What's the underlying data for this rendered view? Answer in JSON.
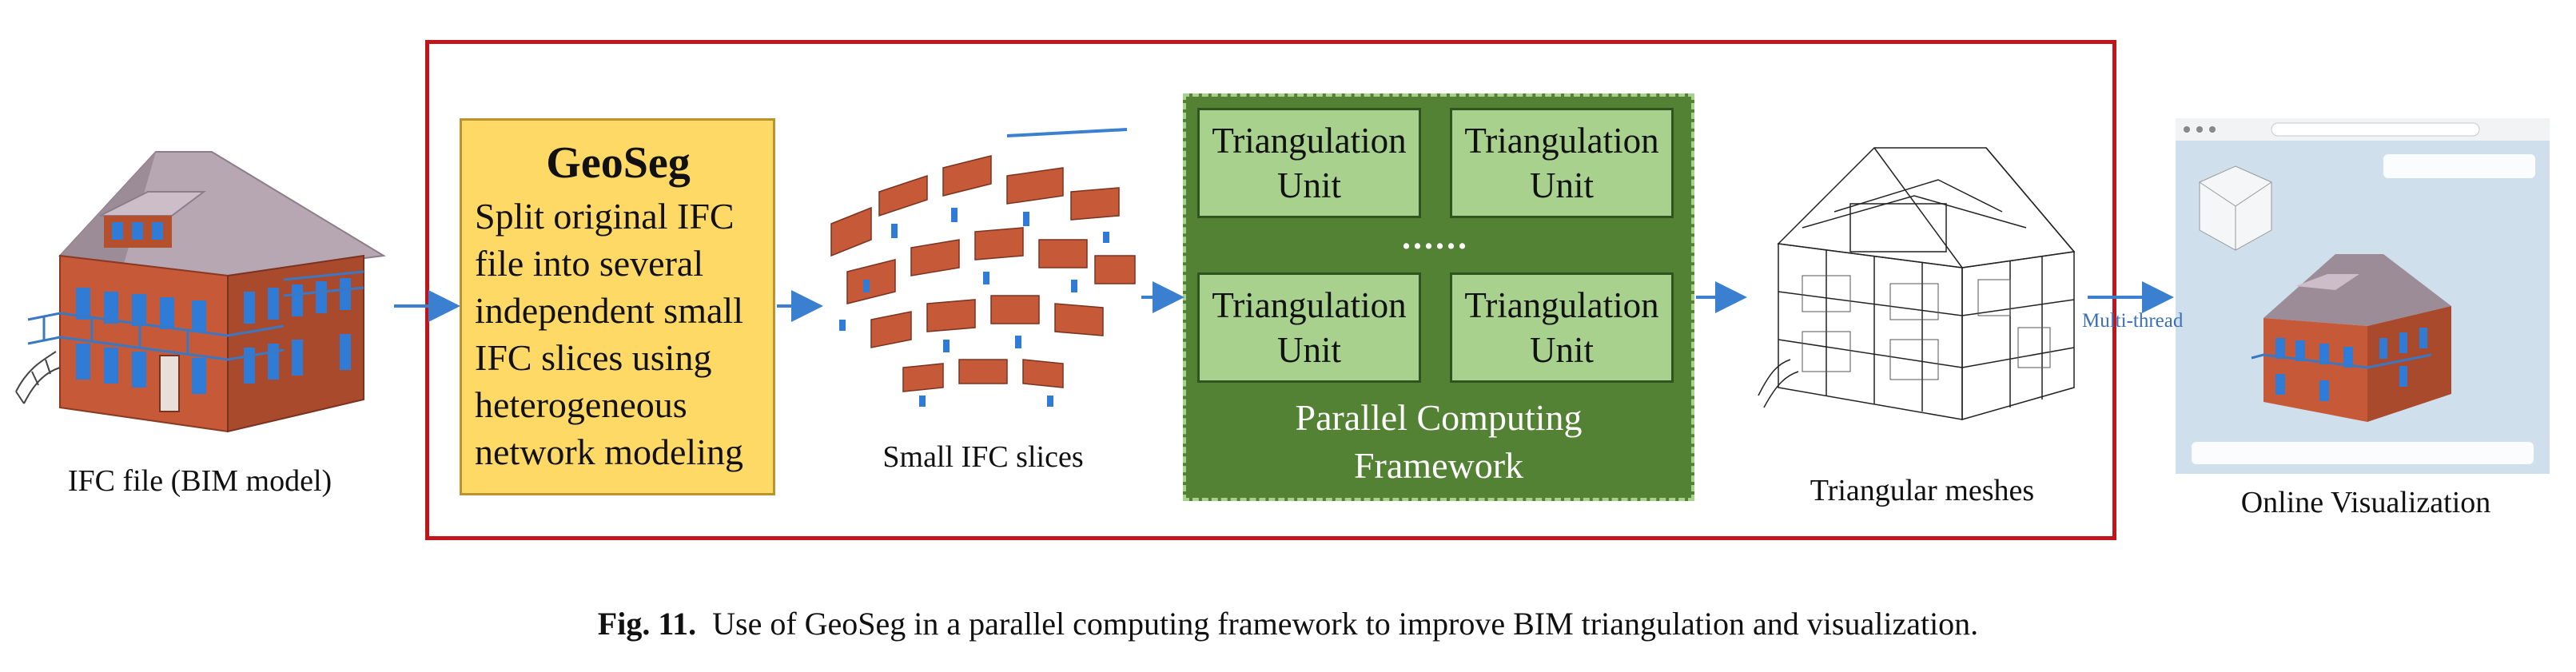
{
  "panels": {
    "ifc_file_label": "IFC file (BIM model)",
    "small_slices_label": "Small IFC slices",
    "triangular_meshes_label": "Triangular meshes",
    "online_visualization_label": "Online Visualization"
  },
  "geoseg": {
    "title": "GeoSeg",
    "lines": [
      "Split original IFC",
      "file into several",
      "independent small",
      "IFC slices using",
      "heterogeneous",
      "network modeling"
    ]
  },
  "parallel": {
    "unit_line1": "Triangulation",
    "unit_line2": "Unit",
    "dots": "......",
    "label_line1": "Parallel Computing",
    "label_line2": "Framework"
  },
  "arrows": {
    "multi_thread_label": "Multi-thread"
  },
  "caption": {
    "fig_label": "Fig. 11.",
    "text": "Use of GeoSeg in a parallel computing framework to improve BIM triangulation and visualization."
  },
  "colors": {
    "frame_red": "#c0151b",
    "geoseg_fill": "#ffd966",
    "framework_green": "#548235",
    "unit_green": "#a9d18e",
    "arrow_blue": "#3b7fd1"
  }
}
